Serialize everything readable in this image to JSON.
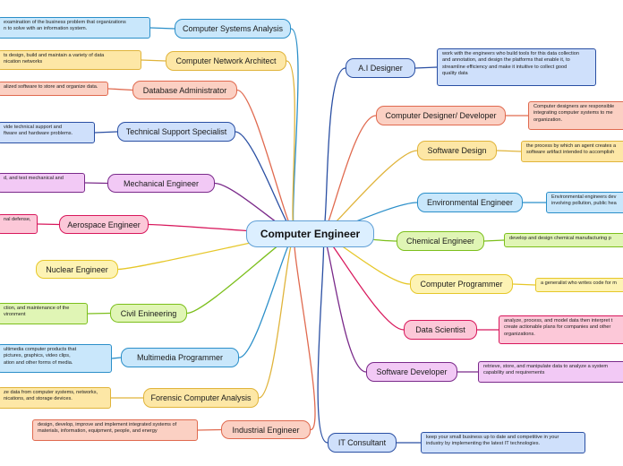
{
  "central": "Computer Engineer",
  "left": [
    {
      "label": "Computer Systems Analysis",
      "note": "examination of the business problem that organizations\nn to solve with an information system.",
      "color": "#2b8fc9",
      "bg": "#c9e7fb"
    },
    {
      "label": "Computer Network Architect",
      "note": "ts design, build and maintain a variety of data\nnication networks",
      "color": "#e0b43b",
      "bg": "#fde7a6"
    },
    {
      "label": "Database Administrator",
      "note": "alized software to store and organize data.",
      "color": "#e06a4f",
      "bg": "#fbd0c3"
    },
    {
      "label": "Technical Support Specialist",
      "note": "vide technical support and\nftware and hardware problems.",
      "color": "#2a4fa3",
      "bg": "#cfe0fb"
    },
    {
      "label": "Mechanical Engineer",
      "note": "d, and test mechanical and",
      "color": "#7a2a8a",
      "bg": "#f2c9f5"
    },
    {
      "label": "Aerospace Engineer",
      "note": "nal defense,",
      "color": "#d8185c",
      "bg": "#fcc8d8"
    },
    {
      "label": "Nuclear Engineer",
      "note": "",
      "color": "#e6c729",
      "bg": "#fdf3b4"
    },
    {
      "label": "Civil Enineering",
      "note": "ction, and maintenance of the\nvironment",
      "color": "#7cbf1c",
      "bg": "#e0f5b5"
    },
    {
      "label": "Multimedia Programmer",
      "note": "ultimedia computer products that\n pictures, graphics, video clips,\nation and other forms of media.",
      "color": "#2b8fc9",
      "bg": "#c9e7fb"
    },
    {
      "label": "Forensic Computer Analysis",
      "note": "ze data from computer systems, networks,\nnications, and storage devices.",
      "color": "#e0b43b",
      "bg": "#fde7a6"
    },
    {
      "label": "Industrial Engineer",
      "note": "design, develop, improve and implement integrated systems of\nmaterials, information, equipment, people, and energy",
      "color": "#e06a4f",
      "bg": "#fbd0c3"
    }
  ],
  "right": [
    {
      "label": "A.I Designer",
      "note": "work with the engineers who build tools for this data collection\nand annotation, and design the platforms that enable it, to\nstreamline efficiency and make it intuitive to collect good\nquality data",
      "color": "#2a4fa3",
      "bg": "#cfe0fb"
    },
    {
      "label": "Computer Designer/ Developer",
      "note": "Computer designers are responsible\nintegrating computer systems to me\norganization.",
      "color": "#e06a4f",
      "bg": "#fbd0c3"
    },
    {
      "label": "Software Design",
      "note": "the process by which an agent creates a\nsoftware artifact intended to accomplish",
      "color": "#e0b43b",
      "bg": "#fde7a6"
    },
    {
      "label": "Environmental Engineer",
      "note": "Environmental engineers dev\ninvolving pollution, public hea",
      "color": "#2b8fc9",
      "bg": "#c9e7fb"
    },
    {
      "label": "Chemical Engineer",
      "note": "develop and design chemical manufacturing p",
      "color": "#7cbf1c",
      "bg": "#e0f5b5"
    },
    {
      "label": "Computer Programmer",
      "note": "a generalist who writes code for m",
      "color": "#e6c729",
      "bg": "#fdf3b4"
    },
    {
      "label": "Data Scientist",
      "note": "analyze, process, and model data then interpret t\ncreate actionable plans for companies and other\norganizations.",
      "color": "#d8185c",
      "bg": "#fcc8d8"
    },
    {
      "label": "Software Developer",
      "note": "retrieve, store, and manipulate data to analyze a system\ncapability and requirements",
      "color": "#7a2a8a",
      "bg": "#f2c9f5"
    },
    {
      "label": "IT Consultant",
      "note": "keep your small business up to date and competitive in your\nindustry by implementing the latest IT technologies.",
      "color": "#2a4fa3",
      "bg": "#cfe0fb"
    }
  ]
}
